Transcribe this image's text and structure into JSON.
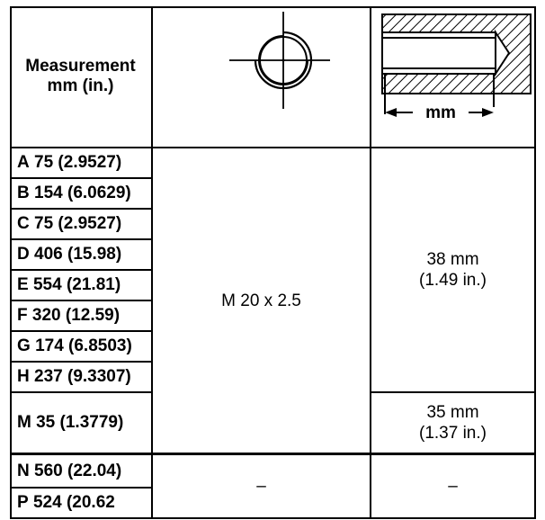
{
  "header": {
    "measurement_line1": "Measurement",
    "measurement_line2": "mm (in.)",
    "depth_dimension_label": "mm"
  },
  "rows": [
    {
      "letter": "A",
      "value": "75 (2.9527)"
    },
    {
      "letter": "B",
      "value": "154 (6.0629)"
    },
    {
      "letter": "C",
      "value": "75 (2.9527)"
    },
    {
      "letter": "D",
      "value": "406 (15.98)"
    },
    {
      "letter": "E",
      "value": "554 (21.81)"
    },
    {
      "letter": "F",
      "value": "320 (12.59)"
    },
    {
      "letter": "G",
      "value": "174 (6.8503)"
    },
    {
      "letter": "H",
      "value": "237 (9.3307)"
    },
    {
      "letter": "M",
      "value": "35 (1.3779)"
    },
    {
      "letter": "N",
      "value": "560 (22.04)"
    },
    {
      "letter": "P",
      "value": "524 (20.62"
    }
  ],
  "thread": {
    "main": "M 20 x 2.5",
    "np": "–"
  },
  "depth": {
    "main_line1": "38 mm",
    "main_line2": "(1.49 in.)",
    "m_line1": "35 mm",
    "m_line2": "(1.37 in.)",
    "np": "–"
  }
}
